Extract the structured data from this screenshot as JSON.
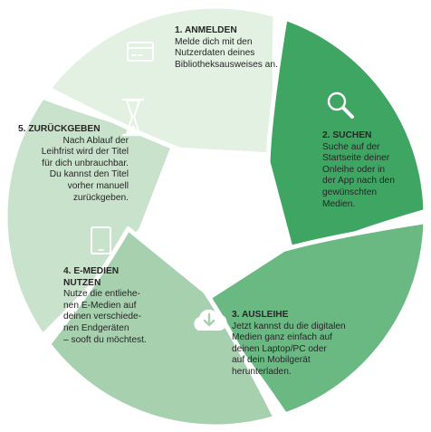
{
  "colors": {
    "step_1": "#3fa562",
    "step_2": "#6ab983",
    "step_3": "#a6d0ae",
    "step_4": "#c9e2cb",
    "step_5": "#e3f1e3",
    "icon": "#ffffff",
    "text": "#262626"
  },
  "steps": [
    {
      "title": "1. ANMELDEN",
      "text": "Melde dich mit den\nNutzerdaten deines\nBibliotheksausweises an.",
      "icon": "credit-card-icon"
    },
    {
      "title": "2. SUCHEN",
      "text": "Suche auf der\nStartseite deiner\nOnleihe oder in\nder App nach den\ngewünschten\nMedien.",
      "icon": "magnifier-icon"
    },
    {
      "title": "3. AUSLEIHE",
      "text": "Jetzt kannst du die digitalen\nMedien ganz einfach auf\ndeinen Laptop/PC oder\nauf dein Mobilgerät\nherunterladen.",
      "icon": "cloud-download-icon"
    },
    {
      "title": "4. E-MEDIEN\nNUTZEN",
      "text": "Nutze die entliehe-\nnen E-Medien auf\ndeinen verschiede-\nnen Endgeräten\n– sooft du möchtest.",
      "icon": "tablet-icon"
    },
    {
      "title": "5. ZURÜCKGEBEN",
      "text": "Nach Ablauf der\nLeihfrist wird der Titel\nfür dich unbrauchbar.\nDu kannst den Titel\nvorher manuell\nzurückgeben.",
      "icon": "hourglass-icon"
    }
  ]
}
